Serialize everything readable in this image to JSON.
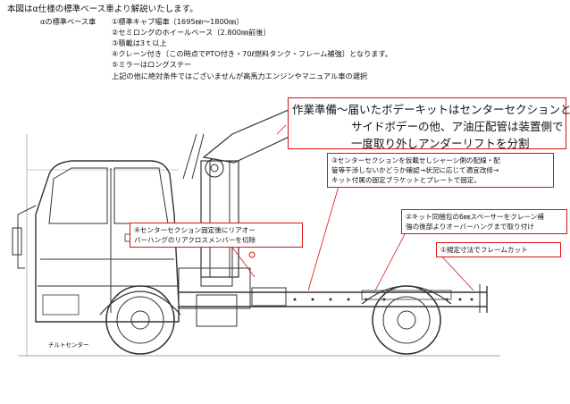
{
  "header": {
    "intro": "本図はα仕様の標準ベース車より解説いたします。",
    "base_label": "αの標準ベース車",
    "specs": [
      "①標準キャブ幅車〔1695㎜～1800㎜〕",
      "②セミロングのホイールベース〔2.800㎜前後〕",
      "③積載は3ｔ以上",
      "④クレーン付き〔この時点でPTO付き・70ℓ燃料タンク・フレーム補強〕となります。",
      "⑤ミラーはロングステー",
      "上記の他に絶対条件ではございませんが高馬力エンジンやマニュアル車の選択"
    ]
  },
  "work_box": {
    "title": "作業準備",
    "lines": [
      "届いたボデーキットはセンターセクションと",
      "サイドボデーの他、ア油圧配管は装置側で",
      "一度取り外しアンダーリフトを分割"
    ]
  },
  "callouts": {
    "c3": [
      "③センターセクションを仮載せしシャーシ側の配線・配",
      "管等干渉しないかどうか確認→状況に応じて適宜改修→",
      "キット付属の固定ブラケットとプレートで固定。"
    ],
    "c4": [
      "④センターセクション固定後にリアオー",
      "バーハングのリアクロスメンバーを切除"
    ],
    "c2": [
      "②キット同梱包の6㎜スペーサーをクレーン補",
      "強の後部よりオーバーハングまで取り付け"
    ],
    "c1": "①規定寸法でフレームカット"
  },
  "labels": {
    "tilt_center": "チルトセンター"
  }
}
